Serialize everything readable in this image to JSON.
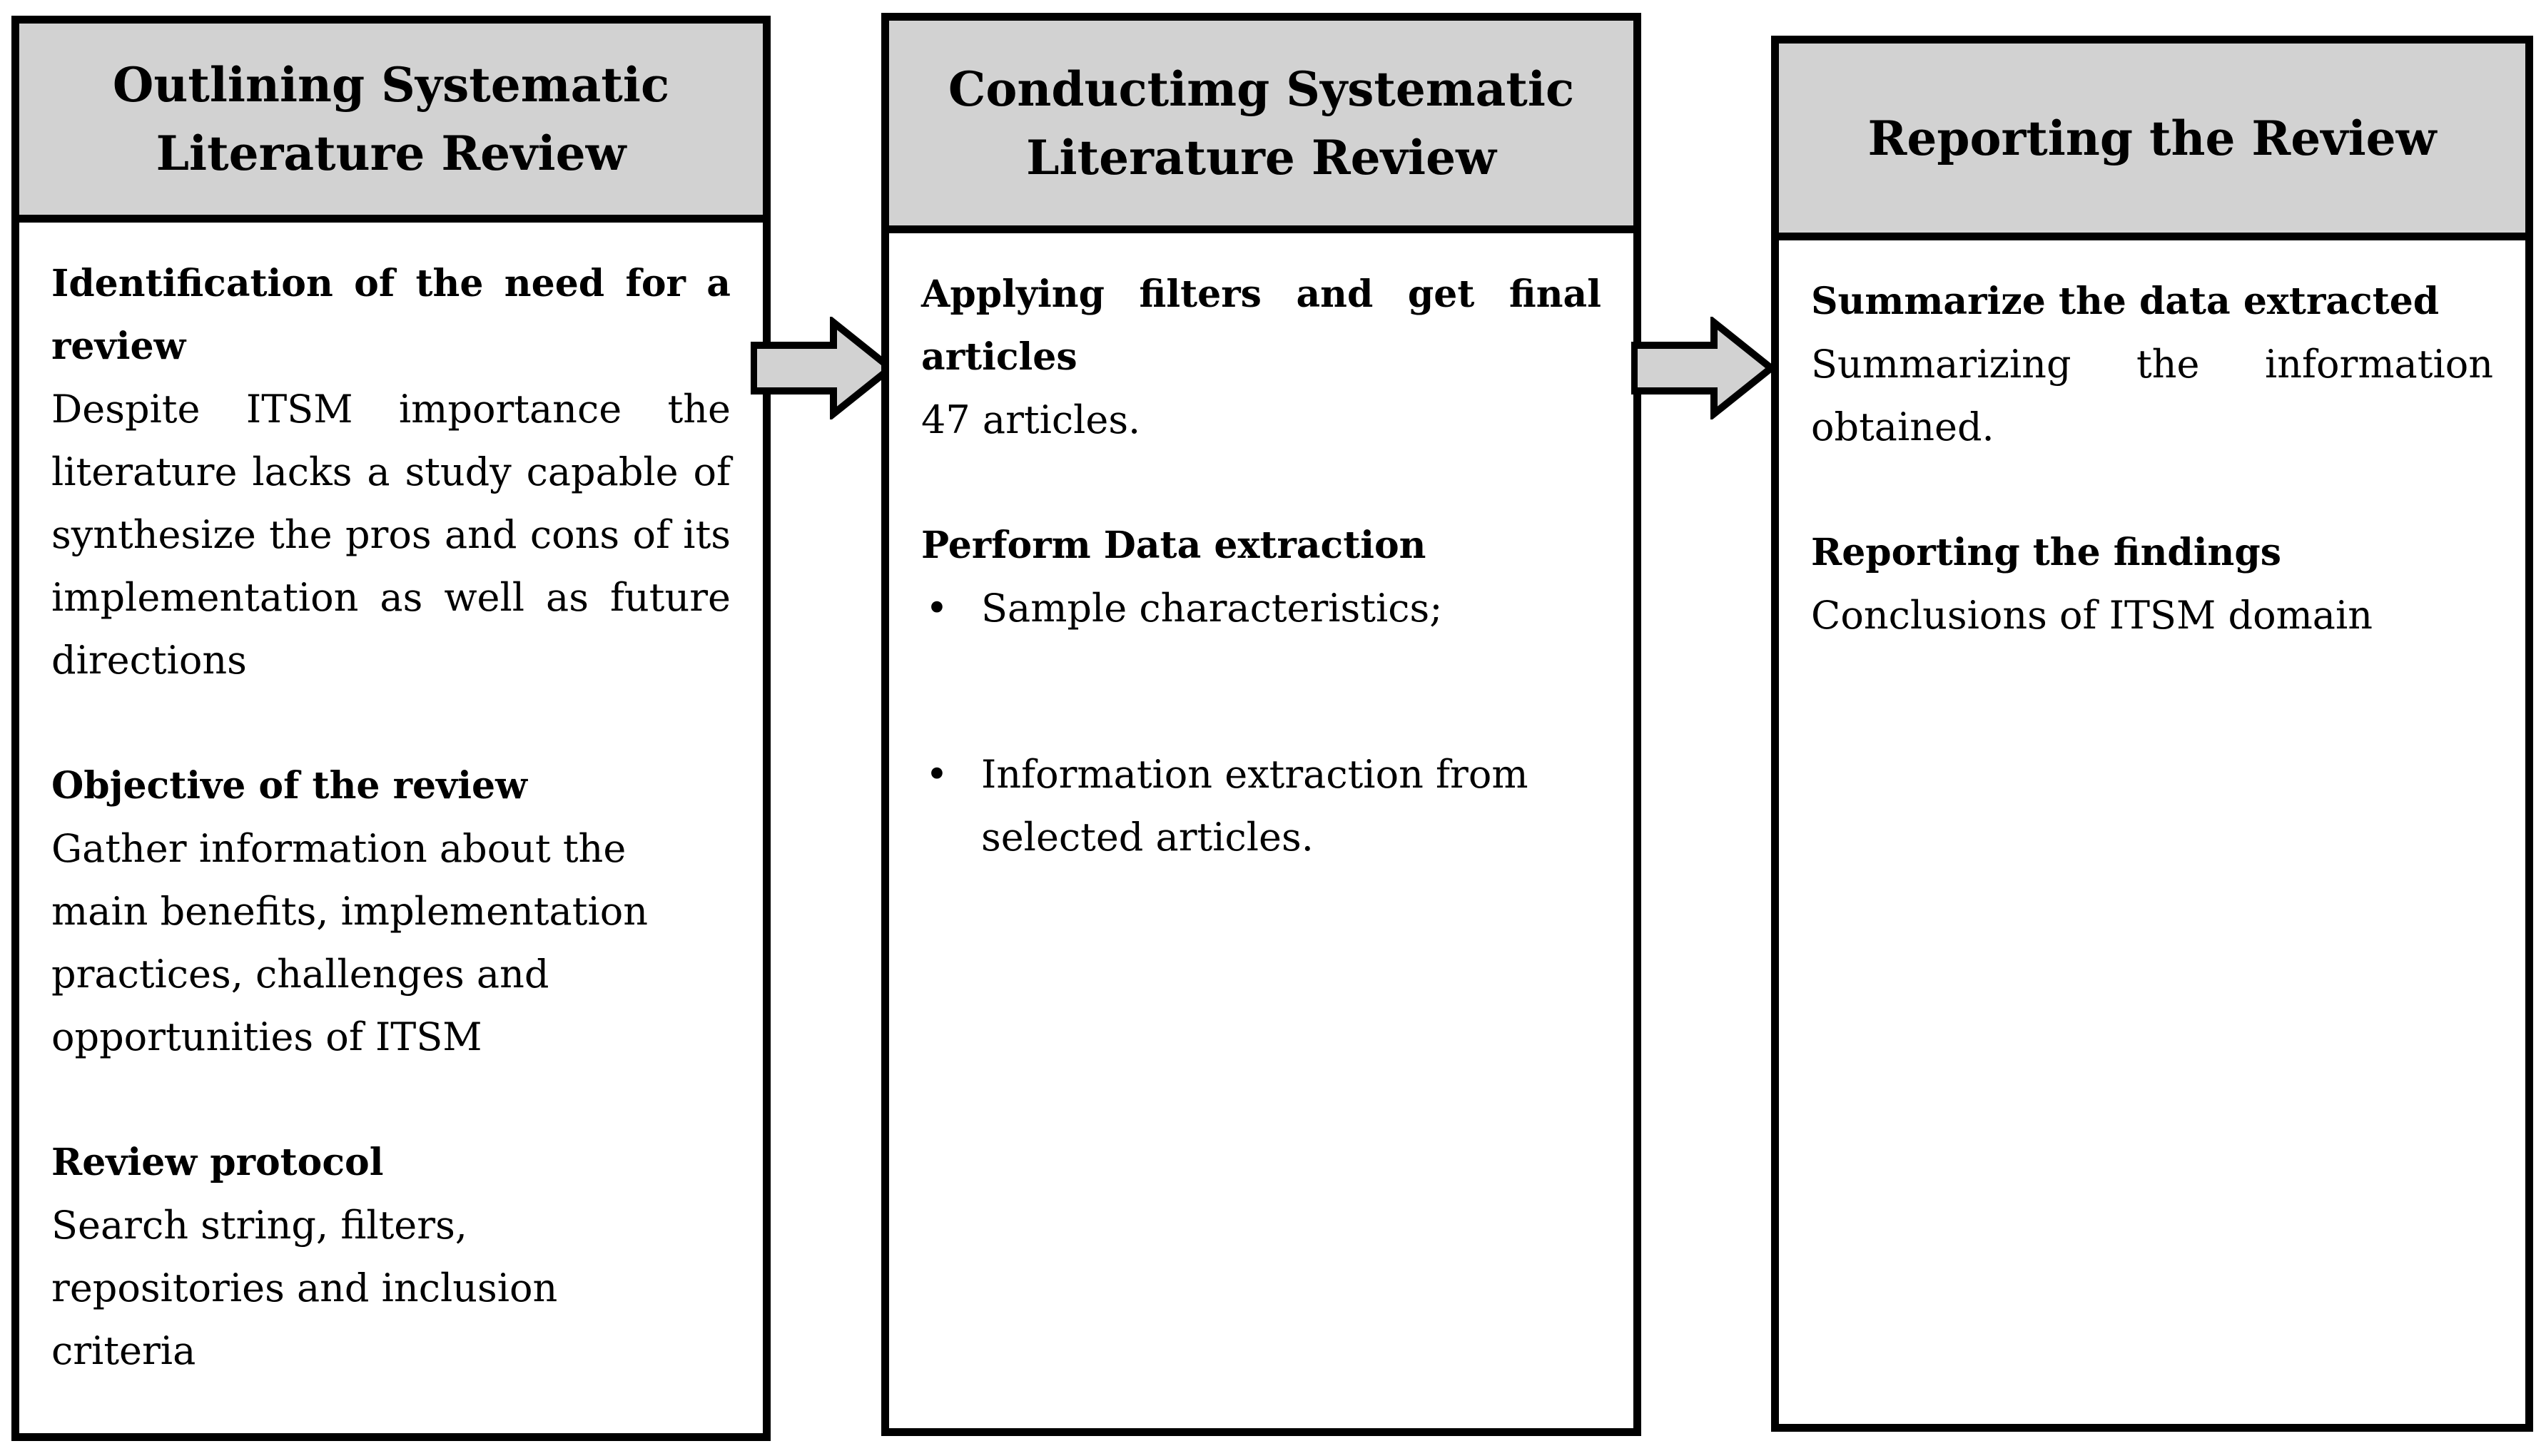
{
  "figure": {
    "columns": [
      {
        "header": "Outlining Systematic Literature Review",
        "sections": [
          {
            "heading": "Identification of the need for a review",
            "body": "Despite ITSM importance the literature lacks a study capable of synthesize the pros and cons of its implementation as well as future directions"
          },
          {
            "heading": "Objective of the review",
            "body": "Gather information about the\nmain benefits, implementation\npractices, challenges and\nopportunities of ITSM"
          },
          {
            "heading": "Review protocol",
            "body": "Search string, filters,\nrepositories and inclusion\ncriteria"
          }
        ]
      },
      {
        "header": "Conductimg Systematic Literature Review",
        "sections": [
          {
            "heading": "Applying filters and get final articles",
            "body": "47 articles."
          },
          {
            "heading": "Perform Data extraction",
            "bullets": [
              "Sample characteristics;",
              "Information extraction from\nselected articles."
            ]
          }
        ]
      },
      {
        "header": "Reporting the Review",
        "sections": [
          {
            "heading": "Summarize the data extracted",
            "body": "Summarizing the information obtained."
          },
          {
            "heading": "Reporting the findings",
            "body": "Conclusions of ITSM domain"
          }
        ]
      }
    ]
  },
  "colors": {
    "page_bg": "#ffffff",
    "header_bg": "#d2d2d2",
    "arrow_fill": "#d2d2d2",
    "border": "#000000",
    "text": "#000000"
  }
}
